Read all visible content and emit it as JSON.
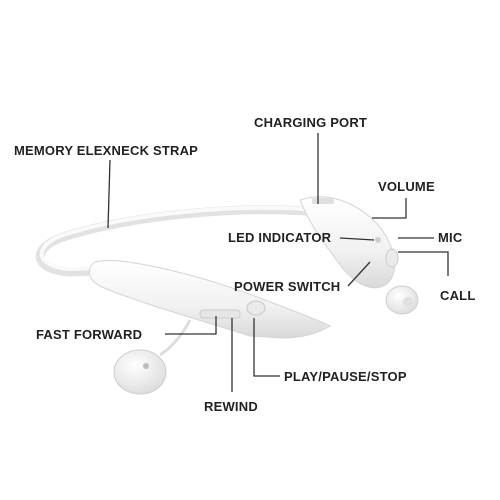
{
  "diagram": {
    "labels": {
      "memory_neck_strap": "MEMORY ELEXNECK STRAP",
      "charging_port": "CHARGING PORT",
      "volume": "VOLUME",
      "led_indicator": "LED INDICATOR",
      "mic": "MIC",
      "power_switch": "POWER SWITCH",
      "call": "CALL",
      "fast_forward": "FAST FORWARD",
      "play_pause_stop": "PLAY/PAUSE/STOP",
      "rewind": "REWIND"
    }
  },
  "colors": {
    "text": "#222222",
    "leader_line": "#333333",
    "device_white": "#f4f4f4",
    "device_shadow": "#d6d6d6"
  }
}
